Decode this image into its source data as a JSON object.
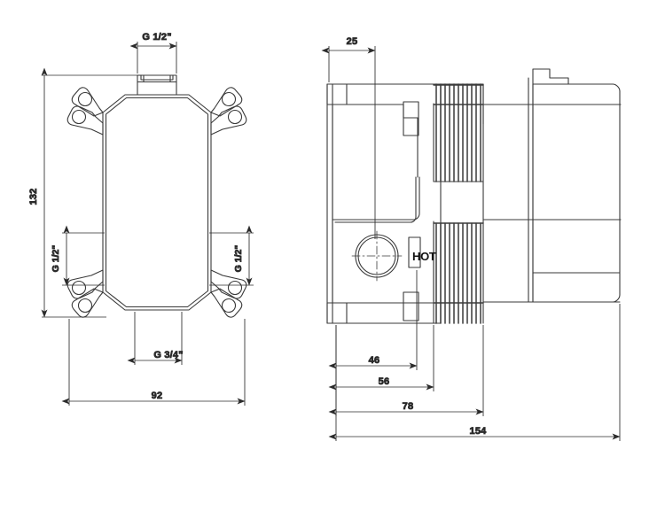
{
  "drawing": {
    "title": "Concealed shower valve body - technical drawing",
    "units": "mm",
    "line_color": "#3a3a3a",
    "dim_color": "#2b2b2b",
    "background": "#ffffff"
  },
  "views": {
    "front": {
      "name": "front-view",
      "description": "Front elevation of mounting body with four bolt ears"
    },
    "side": {
      "name": "side-view",
      "description": "Side section view with threaded spindle and HOT port"
    }
  },
  "labels": {
    "hot": "HOT"
  },
  "dimensions": {
    "front": {
      "top_thread": "G 1/2\"",
      "height_overall": "132",
      "left_port": "G 1/2\"",
      "right_port": "G 1/2\"",
      "bottom_port": "G 3/4\"",
      "width_overall": "92"
    },
    "side": {
      "top_offset": "25",
      "d46": "46",
      "d56": "56",
      "d78": "78",
      "d154": "154"
    }
  }
}
